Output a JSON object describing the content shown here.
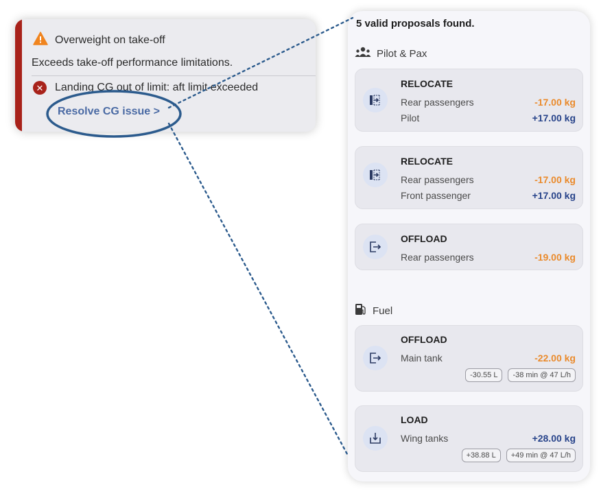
{
  "alert": {
    "warning_text": "Overweight on take-off",
    "detail_text": "Exceeds take-off performance limitations.",
    "error_text": "Landing CG out of limit: aft limit exceeded",
    "error_badge": "✕",
    "resolve_link": "Resolve CG issue >",
    "colors": {
      "stripe": "#a8221a",
      "warning": "#f0841e",
      "link": "#4a6aa4",
      "annotation": "#2c5b8d"
    }
  },
  "proposals": {
    "summary": "5 valid proposals found.",
    "sections": [
      {
        "label": "Pilot & Pax",
        "icon": "people-icon",
        "cards": [
          {
            "title": "RELOCATE",
            "icon": "relocate-icon",
            "lines": [
              {
                "label": "Rear passengers",
                "value": "-17.00 kg",
                "sign": "neg"
              },
              {
                "label": "Pilot",
                "value": "+17.00 kg",
                "sign": "pos"
              }
            ]
          },
          {
            "title": "RELOCATE",
            "icon": "relocate-icon",
            "lines": [
              {
                "label": "Rear passengers",
                "value": "-17.00 kg",
                "sign": "neg"
              },
              {
                "label": "Front passenger",
                "value": "+17.00 kg",
                "sign": "pos"
              }
            ]
          },
          {
            "title": "OFFLOAD",
            "icon": "offload-icon",
            "lines": [
              {
                "label": "Rear passengers",
                "value": "-19.00 kg",
                "sign": "neg"
              }
            ]
          }
        ]
      },
      {
        "label": "Fuel",
        "icon": "fuel-pump-icon",
        "cards": [
          {
            "title": "OFFLOAD",
            "icon": "offload-icon",
            "lines": [
              {
                "label": "Main tank",
                "value": "-22.00 kg",
                "sign": "neg"
              }
            ],
            "chips": [
              "-30.55 L",
              "-38 min @ 47 L/h"
            ]
          },
          {
            "title": "LOAD",
            "icon": "load-icon",
            "lines": [
              {
                "label": "Wing tanks",
                "value": "+28.00 kg",
                "sign": "pos"
              }
            ],
            "chips": [
              "+38.88 L",
              "+49 min @ 47 L/h"
            ]
          }
        ]
      }
    ]
  }
}
